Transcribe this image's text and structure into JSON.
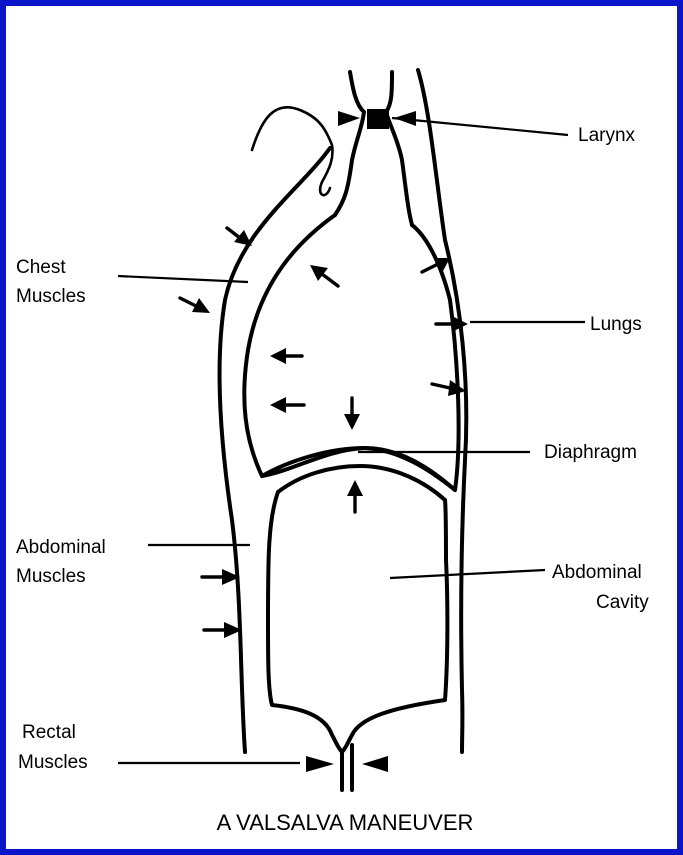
{
  "diagram": {
    "title": "A VALSALVA MANEUVER",
    "labels": {
      "larynx": "Larynx",
      "chest_muscles_line1": "Chest",
      "chest_muscles_line2": "Muscles",
      "lungs": "Lungs",
      "diaphragm": "Diaphragm",
      "abdominal_muscles_line1": "Abdominal",
      "abdominal_muscles_line2": "Muscles",
      "abdominal_cavity_line1": "Abdominal",
      "abdominal_cavity_line2": "Cavity",
      "rectal_muscles_line1": "Rectal",
      "rectal_muscles_line2": "Muscles"
    },
    "colors": {
      "border": "#0a14c8",
      "background": "#ffffff",
      "ink": "#000000"
    }
  }
}
